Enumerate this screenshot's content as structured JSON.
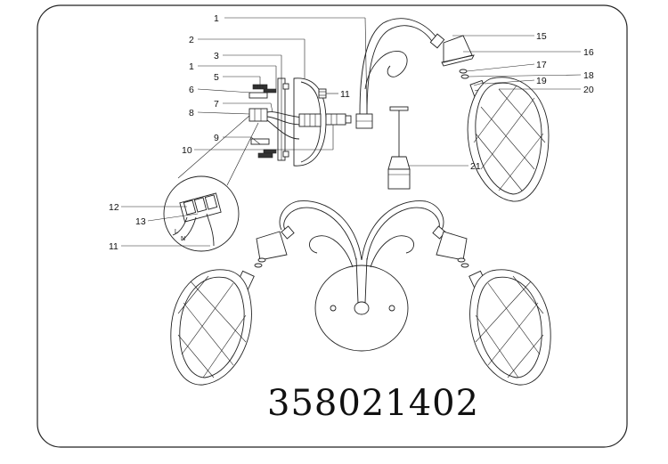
{
  "model_number": "358021402",
  "callouts": [
    {
      "n": "1"
    },
    {
      "n": "2"
    },
    {
      "n": "3"
    },
    {
      "n": "1"
    },
    {
      "n": "5"
    },
    {
      "n": "6"
    },
    {
      "n": "7"
    },
    {
      "n": "8"
    },
    {
      "n": "9"
    },
    {
      "n": "10"
    },
    {
      "n": "11"
    },
    {
      "n": "15"
    },
    {
      "n": "16"
    },
    {
      "n": "17"
    },
    {
      "n": "18"
    },
    {
      "n": "19"
    },
    {
      "n": "20"
    },
    {
      "n": "21"
    },
    {
      "n": "12"
    },
    {
      "n": "13"
    },
    {
      "n": "11"
    }
  ],
  "wire_labels": [
    "L",
    "N"
  ]
}
